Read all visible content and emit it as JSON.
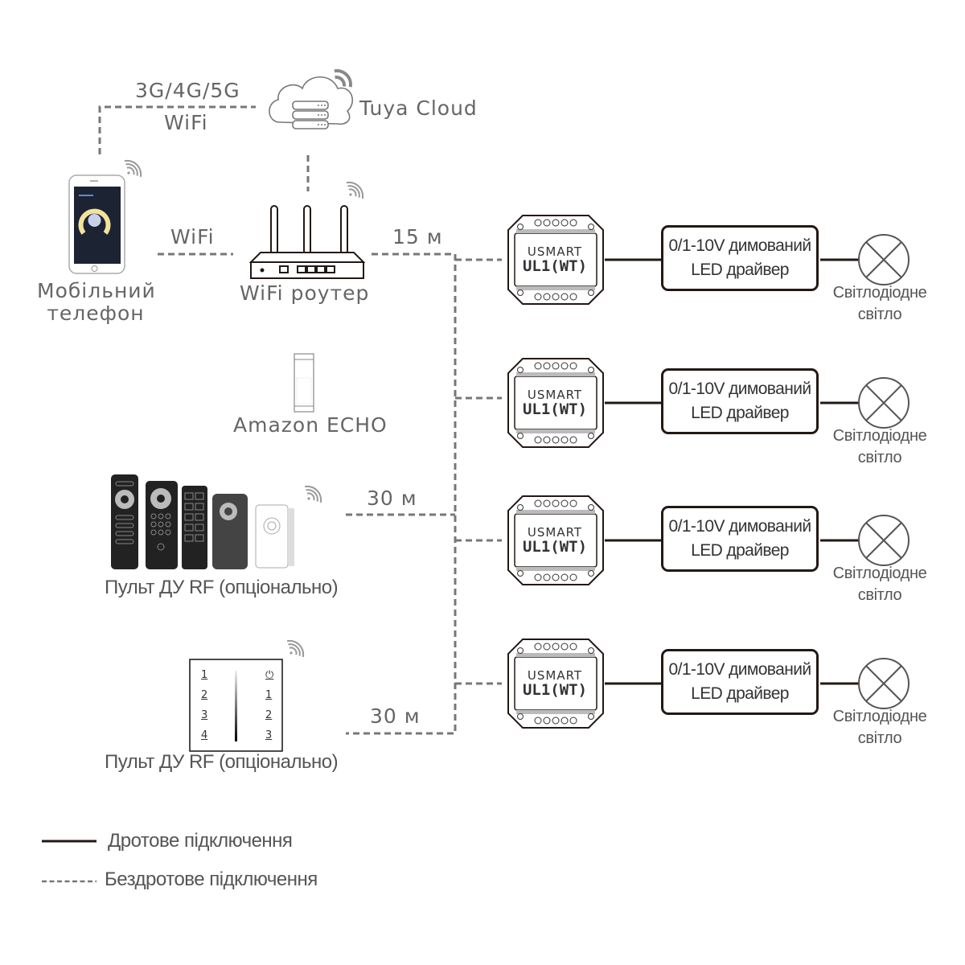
{
  "network": {
    "cellular_label": "3G/4G/5G",
    "cellular_wifi_label": "WiFi",
    "cloud_label": "Tuya Cloud",
    "phone_wifi_label": "WiFi",
    "router_distance": "15 м",
    "phone_label_line1": "Мобільний",
    "phone_label_line2": "телефон",
    "router_label": "WiFi роутер",
    "echo_label": "Amazon ECHO"
  },
  "remotes": [
    {
      "label": "Пульт ДУ RF (опціонально)",
      "distance": "30 м",
      "kind": "handheld-remotes"
    },
    {
      "label": "Пульт ДУ RF (опціонально)",
      "distance": "30 м",
      "kind": "wall-panel"
    }
  ],
  "wall_panel": {
    "left_keys": [
      "1",
      "2",
      "3",
      "4"
    ],
    "right_keys": [
      "⏻",
      "1",
      "2",
      "3"
    ]
  },
  "channels": [
    {
      "module_brand": "USMART",
      "module_model": "UL1(WT)",
      "driver_line1": "0/1-10V димований",
      "driver_line2": "LED драйвер",
      "lamp_line1": "Світлодіодне",
      "lamp_line2": "світло"
    },
    {
      "module_brand": "USMART",
      "module_model": "UL1(WT)",
      "driver_line1": "0/1-10V димований",
      "driver_line2": "LED драйвер",
      "lamp_line1": "Світлодіодне",
      "lamp_line2": "світло"
    },
    {
      "module_brand": "USMART",
      "module_model": "UL1(WT)",
      "driver_line1": "0/1-10V димований",
      "driver_line2": "LED драйвер",
      "lamp_line1": "Світлодіодне",
      "lamp_line2": "світло"
    },
    {
      "module_brand": "USMART",
      "module_model": "UL1(WT)",
      "driver_line1": "0/1-10V димований",
      "driver_line2": "LED драйвер",
      "lamp_line1": "Світлодіодне",
      "lamp_line2": "світло"
    }
  ],
  "legend": {
    "wired_label": "Дротове підключення",
    "wireless_label": "Бездротове підключення"
  },
  "colors": {
    "wired_line": "#231815",
    "wireless_line": "#777777",
    "signal_icon": "#8c8c8c",
    "text": "#555555"
  }
}
